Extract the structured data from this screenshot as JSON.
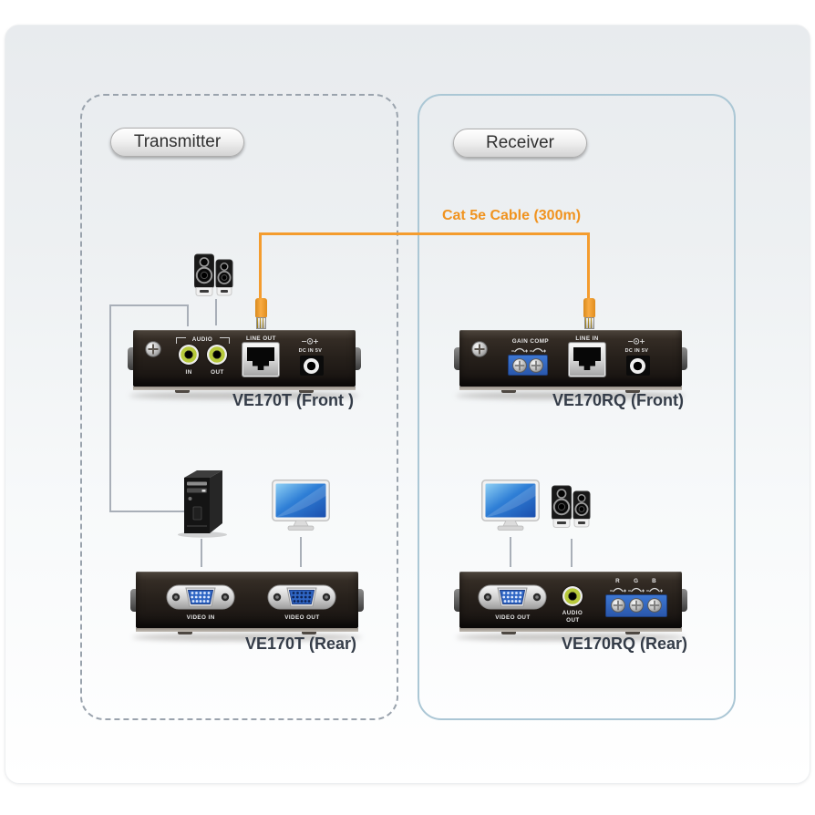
{
  "colors": {
    "cable": "#F49C2E",
    "cable_label_text": "#F0931F",
    "transmitter_border": "#9AA3AD",
    "receiver_border": "#ABC7D5",
    "connection_line": "#A9AFB8",
    "device_label_text": "#343C48"
  },
  "cable": {
    "label": "Cat 5e Cable (300m)"
  },
  "transmitter": {
    "title": "Transmitter",
    "front": {
      "label": "VE170T (Front )",
      "audio": "AUDIO",
      "audio_in": "IN",
      "audio_out": "OUT",
      "line_port": "LINE OUT",
      "dc": "DC IN 5V"
    },
    "rear": {
      "label": "VE170T (Rear)",
      "video_in": "VIDEO IN",
      "video_out": "VIDEO OUT"
    }
  },
  "receiver": {
    "title": "Receiver",
    "front": {
      "label": "VE170RQ (Front)",
      "gain": "GAIN",
      "comp": "COMP",
      "line_port": "LINE IN",
      "dc": "DC IN 5V"
    },
    "rear": {
      "label": "VE170RQ (Rear)",
      "video_out": "VIDEO OUT",
      "audio_out_line1": "AUDIO",
      "audio_out_line2": "OUT",
      "rgb_r": "R",
      "rgb_g": "G",
      "rgb_b": "B"
    }
  }
}
